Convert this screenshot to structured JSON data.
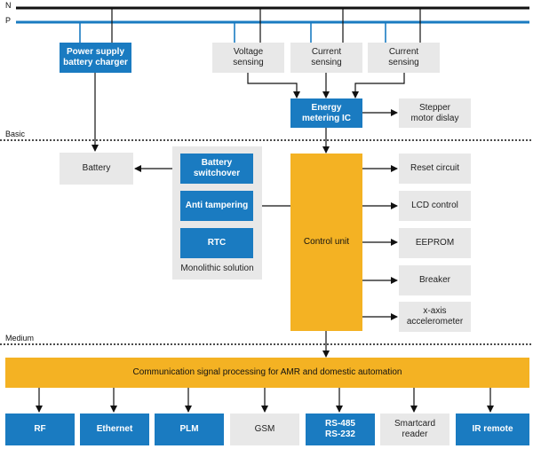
{
  "rails": {
    "n": "N",
    "p": "P"
  },
  "sections": {
    "basic": "Basic",
    "medium": "Medium"
  },
  "top": {
    "power_supply": "Power supply\nbattery charger",
    "voltage": "Voltage\nsensing",
    "current1": "Current\nsensing",
    "current2": "Current\nsensing"
  },
  "metering": {
    "ic": "Energy\nmetering IC",
    "stepper": "Stepper\nmotor dislay"
  },
  "left": {
    "battery": "Battery",
    "switchover": "Battery\nswitchover",
    "anti_tampering": "Anti tampering",
    "rtc": "RTC",
    "monolithic": "Monolithic solution"
  },
  "control": {
    "unit": "Control unit"
  },
  "right": {
    "reset": "Reset circuit",
    "lcd": "LCD control",
    "eeprom": "EEPROM",
    "breaker": "Breaker",
    "accel": "x-axis\naccelerometer"
  },
  "comm": {
    "bar": "Communication signal processing for AMR and domestic automation",
    "rf": "RF",
    "ethernet": "Ethernet",
    "plm": "PLM",
    "gsm": "GSM",
    "rs": "RS-485\nRS-232",
    "smartcard": "Smartcard\nreader",
    "ir": "IR remote"
  },
  "colors": {
    "blue": "#1a7bc1",
    "grey": "#e8e8e8",
    "yellow": "#f4b223",
    "rail_n": "#111111",
    "rail_p": "#1a7bc1"
  }
}
